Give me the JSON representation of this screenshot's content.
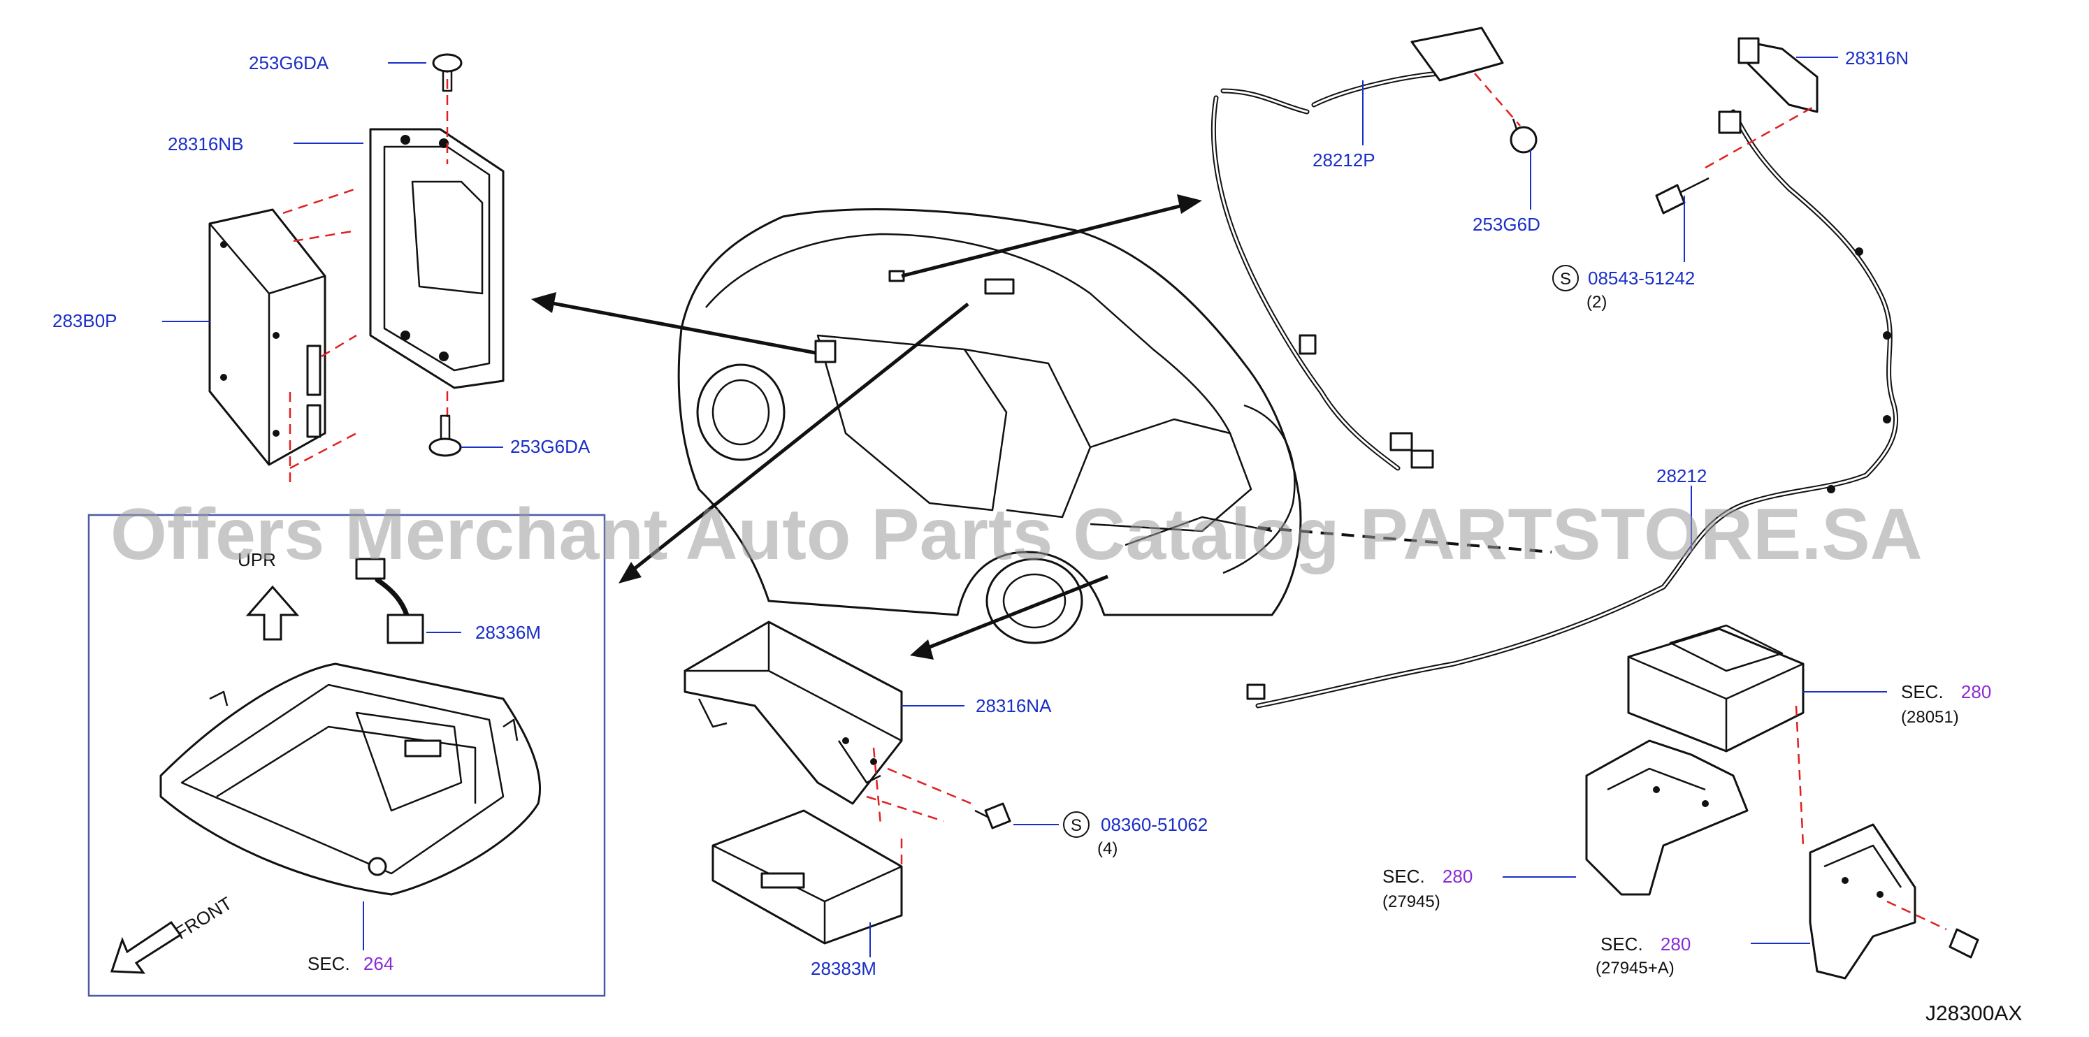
{
  "watermark": "Offers Merchant Auto Parts Catalog PARTSTORE.SA",
  "drawing_code": "J28300AX",
  "labels": {
    "p253g6da_top": "253G6DA",
    "p28316nb": "28316NB",
    "p283b0p": "283B0P",
    "p253g6da_bottom": "253G6DA",
    "p28212p": "28212P",
    "p253g6d": "253G6D",
    "p28316n": "28316N",
    "p08543": "08543-51242",
    "p08543_qty": "(2)",
    "p28212": "28212",
    "p28336m": "28336M",
    "p28316na": "28316NA",
    "p08360": "08360-51062",
    "p08360_qty": "(4)",
    "p28383m": "28383M"
  },
  "section_refs": {
    "sec_prefix": "SEC.",
    "sec264_num": "264",
    "sec280_a_num": "280",
    "sec280_a_sub": "(28051)",
    "sec280_b_num": "280",
    "sec280_b_sub": "(27945)",
    "sec280_c_num": "280",
    "sec280_c_sub": "(27945+A)"
  },
  "symbols": {
    "s_marker": "S",
    "upr": "UPR",
    "front": "FRONT"
  }
}
